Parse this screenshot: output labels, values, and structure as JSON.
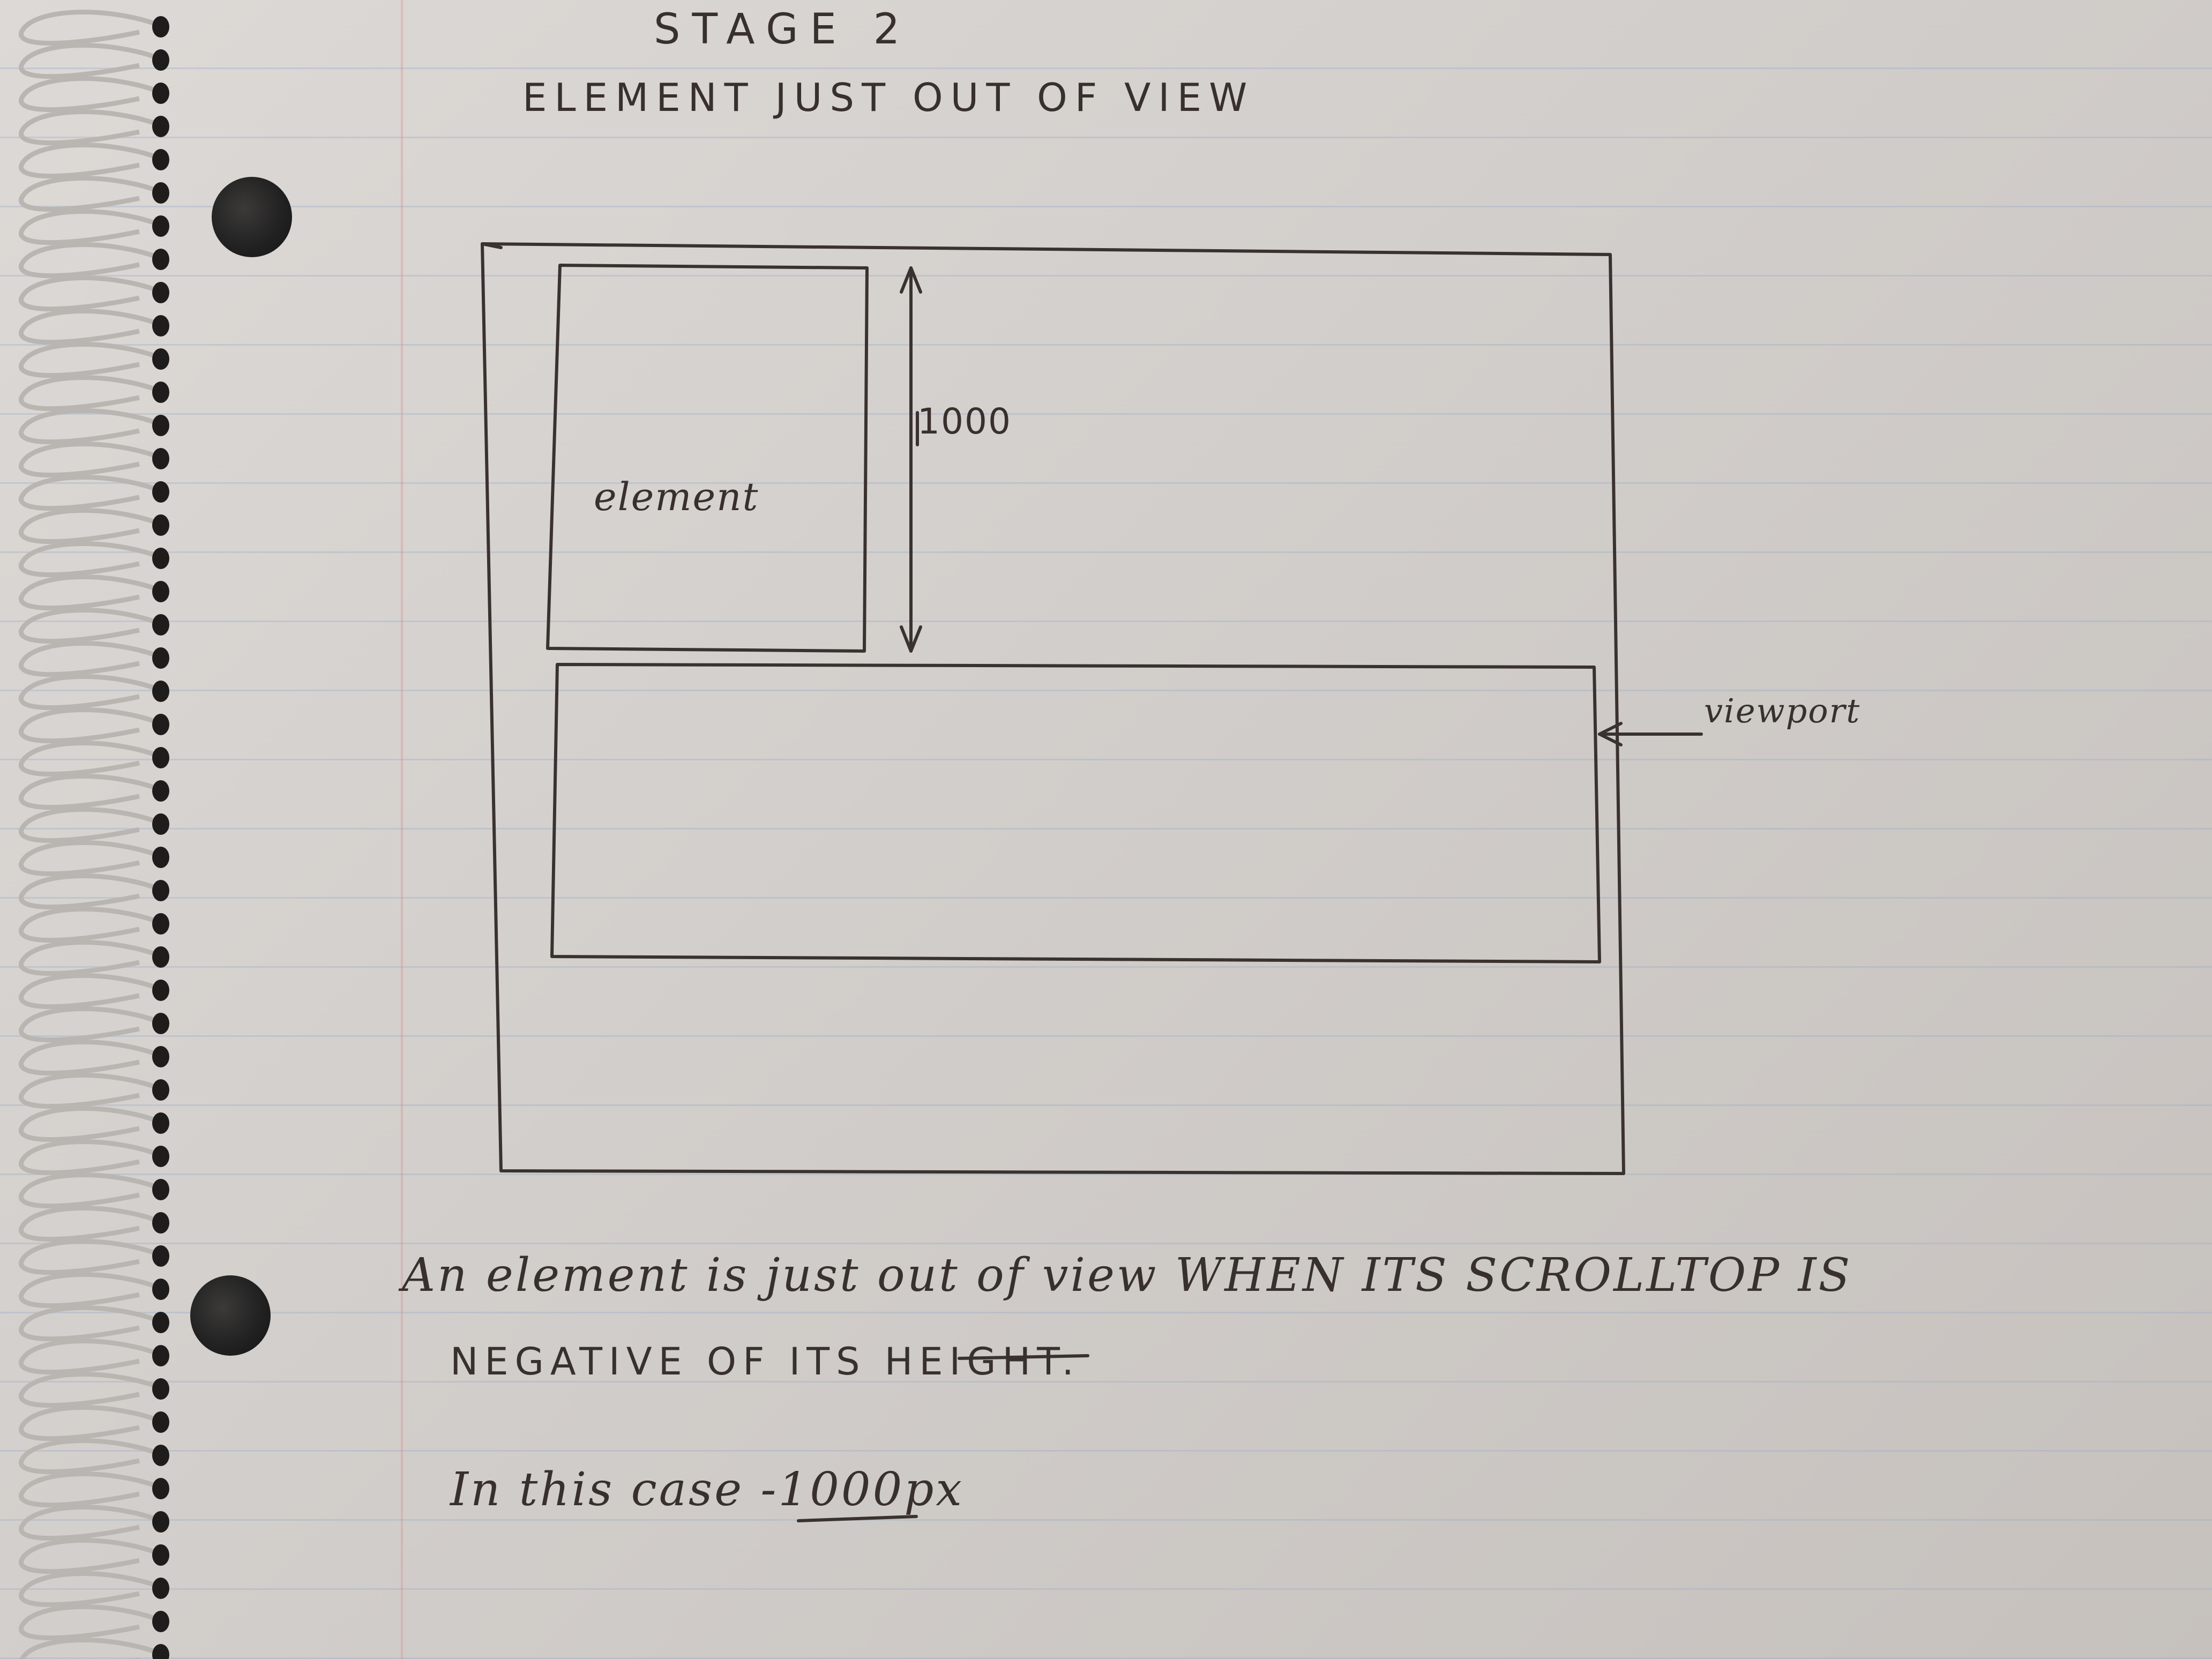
{
  "stage_title": "STAGE 2",
  "subtitle": "ELEMENT JUST OUT OF VIEW",
  "element_label": "element",
  "height_label": "1000",
  "viewport_label": "viewport",
  "note": {
    "line1": "An element is just out of view WHEN ITS SCROLLTOP IS",
    "line2": "NEGATIVE OF ITS HEIGHT.",
    "line3": "In this case -1000px"
  },
  "colors": {
    "paper": "#d6d2cf",
    "ink": "#38302c",
    "ruled_line": "#9fb0c8",
    "margin_line": "#d78c8c"
  }
}
